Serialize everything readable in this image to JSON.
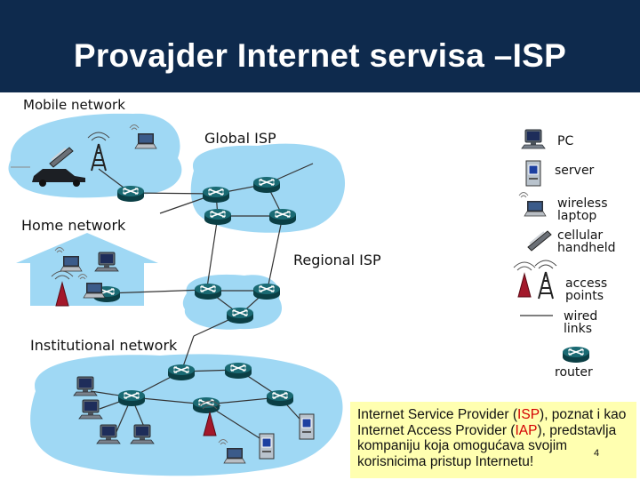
{
  "slide": {
    "title": "Provajder Internet servisa –ISP",
    "number": "4"
  },
  "colors": {
    "header_bg": "#0e2a4d",
    "cloud": "#9fd8f4",
    "router": "#1a6a73",
    "caption_bg": "#ffffb0",
    "highlight": "#d40000"
  },
  "regions": {
    "mobile": "Mobile network",
    "global": "Global ISP",
    "home": "Home network",
    "regional": "Regional ISP",
    "institutional": "Institutional network"
  },
  "legend": {
    "pc": "PC",
    "server": "server",
    "wireless_laptop": [
      "wireless",
      "laptop"
    ],
    "cellular_handheld": [
      "cellular",
      "handheld"
    ],
    "access_points": [
      "access",
      "points"
    ],
    "wired_links": [
      "wired",
      "links"
    ],
    "router": "router"
  },
  "caption": {
    "p1": "Internet Service Provider (",
    "isp": "ISP",
    "p2": "), poznat i kao Internet Access Provider (",
    "iap": "IAP",
    "p3": "), predstavlja kompaniju koja omogućava svojim korisnicima pristup Internetu!"
  },
  "icons": [
    "pc-icon",
    "server-icon",
    "laptop-icon",
    "cellphone-icon",
    "car-icon",
    "access-point-icon",
    "router-icon"
  ]
}
